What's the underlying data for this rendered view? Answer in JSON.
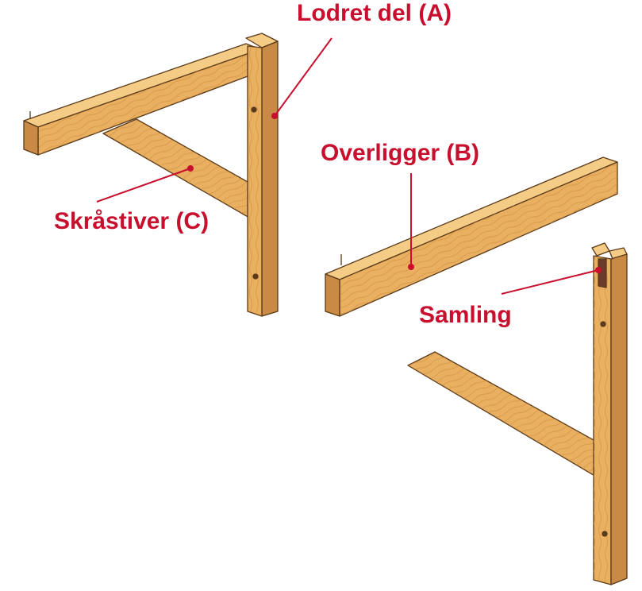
{
  "labels": {
    "vertical_part": "Lodret del (A)",
    "top_rail": "Overligger (B)",
    "brace": "Skråstiver (C)",
    "joint": "Samling"
  },
  "colors": {
    "label": "#c8102e",
    "wood_front": "#e8b060",
    "wood_top": "#f5cc86",
    "wood_side": "#c98a45",
    "wood_shadow": "#8a5a8a",
    "outline": "#5a3a1a"
  }
}
